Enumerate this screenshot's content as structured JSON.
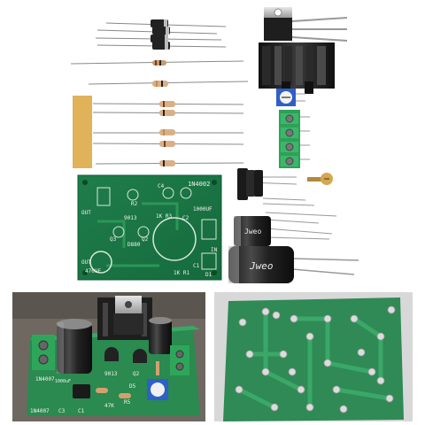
{
  "kit_photo": {
    "pcb_labels": {
      "ic": "1N4002",
      "out_top": "OUT",
      "cap_left": "1000UF",
      "res_r3": "1K R3",
      "ref_c2": "C2",
      "q1": "D880",
      "q2": "Q2",
      "q3": "Q3",
      "tr_9013": "9013",
      "out_bottom": "OUT",
      "cap_out": "470UF",
      "res_r1": "1K R1",
      "d1": "D1",
      "in": "IN",
      "c4": "C4",
      "r2": "R2",
      "c1": "C1"
    },
    "cap_brand": "Jweo",
    "cap_brand_small": "Jweo"
  },
  "assembled_photo": {
    "pcb_labels": {
      "ic_left": "1N4007",
      "ic_bottom": "1N4007",
      "cap_1000uf": "1000uF",
      "tr_9013": "9013",
      "c3": "C3",
      "c1": "C1",
      "r47k": "47K",
      "q2": "Q2",
      "d5": "D5",
      "r5": "R5"
    }
  }
}
